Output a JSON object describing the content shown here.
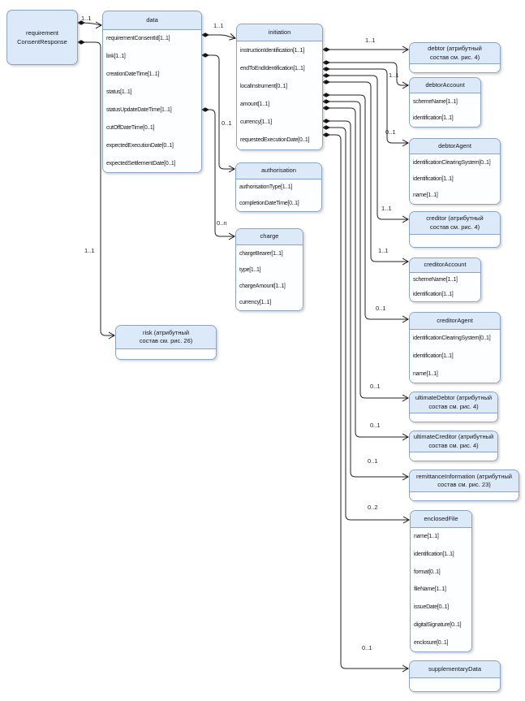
{
  "colors": {
    "header_fill": "#dbe9f8",
    "box_border": "#8aa2c4",
    "line": "#1a1a1a",
    "text": "#14161a"
  },
  "entities": [
    {
      "id": "requirementConsentResponse",
      "title_lines": [
        "requirement",
        "ConsentResponse"
      ],
      "fields": []
    },
    {
      "id": "data",
      "title_lines": [
        "data"
      ],
      "fields": [
        "requirementConsentId[1..1]",
        "link[1..1]",
        "creationDateTime[1..1]",
        "status[1..1]",
        "statusUpdateDateTime[1..1]",
        "cutOffDateTime[0..1]",
        "expectedExecutionDate[0..1]",
        "expectedSettlementDate[0..1]"
      ]
    },
    {
      "id": "initiation",
      "title_lines": [
        "initiation"
      ],
      "fields": [
        "instructionIdentification[1..1]",
        "endToEndIdentification[1..1]",
        "localInstrument[0..1]",
        "amount[1..1]",
        "currency[1..1]",
        "requestedExecutionDate[0..1]"
      ]
    },
    {
      "id": "authorisation",
      "title_lines": [
        "authorisation"
      ],
      "fields": [
        "authorisationType[1..1]",
        "completionDateTime[0..1]"
      ]
    },
    {
      "id": "charge",
      "title_lines": [
        "charge"
      ],
      "fields": [
        "chargeBearer[1..1]",
        "type[1..1]",
        "chargeAmount[1..1]",
        "currency[1..1]"
      ]
    },
    {
      "id": "risk",
      "title_lines": [
        "risk (атрибутный",
        "состав см. рис. 26)"
      ],
      "fields": []
    },
    {
      "id": "debtor",
      "title_lines": [
        "debtor (атрибутный",
        "состав см. рис. 4)"
      ],
      "fields": []
    },
    {
      "id": "debtorAccount",
      "title_lines": [
        "debtorAccount"
      ],
      "fields": [
        "schemeName[1..1]",
        "identification[1..1]"
      ]
    },
    {
      "id": "debtorAgent",
      "title_lines": [
        "debtorAgent"
      ],
      "fields": [
        "identificationClearingSystem[0..1]",
        "identification[1..1]",
        "name[1..1]"
      ]
    },
    {
      "id": "creditor",
      "title_lines": [
        "creditor (атрибутный",
        "состав см. рис. 4)"
      ],
      "fields": []
    },
    {
      "id": "creditorAccount",
      "title_lines": [
        "creditorAccount"
      ],
      "fields": [
        "schemeName[1..1]",
        "identification[1..1]"
      ]
    },
    {
      "id": "creditorAgent",
      "title_lines": [
        "creditorAgent"
      ],
      "fields": [
        "identificationClearingSystem[0..1]",
        "identification[1..1]",
        "name[1..1]"
      ]
    },
    {
      "id": "ultimateDebtor",
      "title_lines": [
        "ultimateDebtor (атрибутный",
        "состав см. рис. 4)"
      ],
      "fields": []
    },
    {
      "id": "ultimateCreditor",
      "title_lines": [
        "ultimateCreditor (атрибутный",
        "состав см. рис. 4)"
      ],
      "fields": []
    },
    {
      "id": "remittanceInformation",
      "title_lines": [
        "remittanceInformation (атрибутный",
        "состав см. рис. 23)"
      ],
      "fields": []
    },
    {
      "id": "enclosedFile",
      "title_lines": [
        "enclosedFile"
      ],
      "fields": [
        "name[1..1]",
        "identification[1..1]",
        "format[0..1]",
        "fileName[1..1]",
        "issueDate[0..1]",
        "digitalSignature[0..1]",
        "enclosure[0..1]"
      ]
    },
    {
      "id": "supplementaryData",
      "title_lines": [
        "supplementaryData"
      ],
      "fields": []
    }
  ],
  "connections": [
    {
      "from": "requirementConsentResponse",
      "to": "data",
      "label": "1..1"
    },
    {
      "from": "requirementConsentResponse",
      "to": "risk",
      "label": "1..1"
    },
    {
      "from": "data",
      "to": "initiation",
      "label": "1..1"
    },
    {
      "from": "data",
      "to": "authorisation",
      "label": "0..1"
    },
    {
      "from": "data",
      "to": "charge",
      "label": "0..n"
    },
    {
      "from": "initiation",
      "to": "debtor",
      "label": "1..1"
    },
    {
      "from": "initiation",
      "to": "debtorAccount",
      "label": "1..1"
    },
    {
      "from": "initiation",
      "to": "debtorAgent",
      "label": "0..1"
    },
    {
      "from": "initiation",
      "to": "creditor",
      "label": "1..1"
    },
    {
      "from": "initiation",
      "to": "creditorAccount",
      "label": "1..1"
    },
    {
      "from": "initiation",
      "to": "creditorAgent",
      "label": "0..1"
    },
    {
      "from": "initiation",
      "to": "ultimateDebtor",
      "label": "0..1"
    },
    {
      "from": "initiation",
      "to": "ultimateCreditor",
      "label": "0..1"
    },
    {
      "from": "initiation",
      "to": "remittanceInformation",
      "label": "0..1"
    },
    {
      "from": "initiation",
      "to": "enclosedFile",
      "label": "0..2"
    },
    {
      "from": "initiation",
      "to": "supplementaryData",
      "label": "0..1"
    }
  ]
}
